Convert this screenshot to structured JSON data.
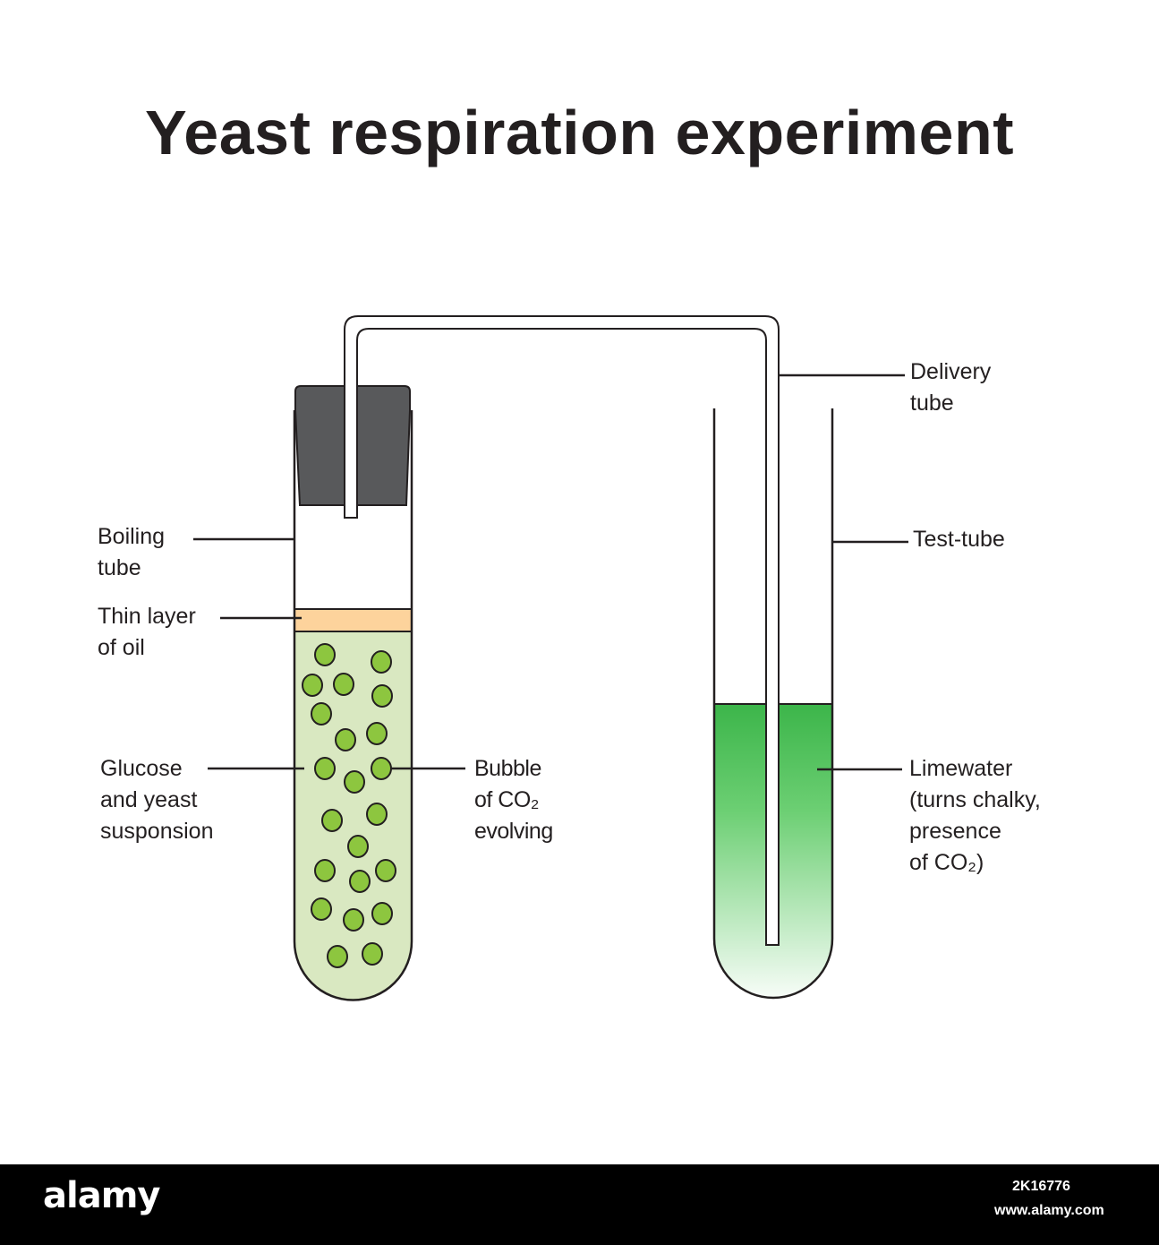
{
  "title": "Yeast respiration experiment",
  "labels": {
    "delivery_tube": "Delivery\ntube",
    "boiling_tube": "Boiling\ntube",
    "test_tube": "Test-tube",
    "oil_layer": "Thin layer\nof oil",
    "glucose_yeast": "Glucose\nand yeast\nsusponsion",
    "bubble": "Bubble\nof CO₂\nevolving",
    "limewater": "Limewater\n(turns chalky,\npresence\nof CO₂)"
  },
  "colors": {
    "suspension": "#d9e8c1",
    "bubble_fill": "#8dc63f",
    "oil": "#fdd39c",
    "stopper": "#58595b",
    "limewater": "#3cb54a",
    "outline": "#231f20"
  },
  "footer": {
    "logo": "alamy",
    "image_id": "2K16776",
    "url": "www.alamy.com"
  }
}
